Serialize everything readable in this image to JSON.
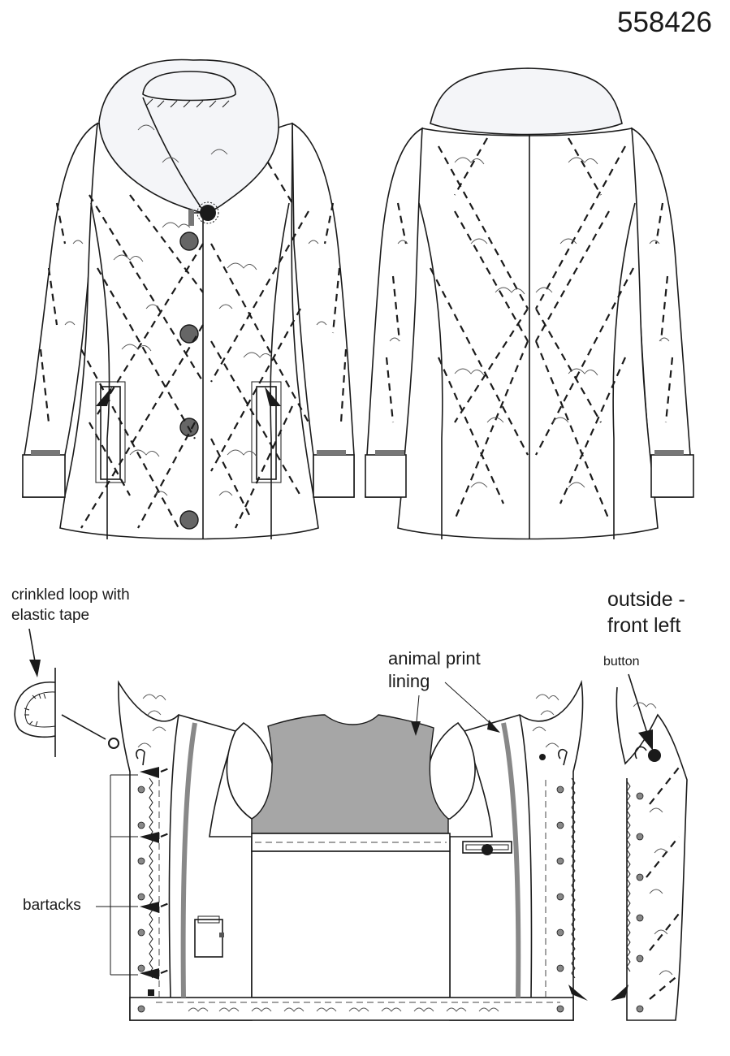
{
  "style_number": "558426",
  "labels": {
    "crinkled_loop": "crinkled loop with elastic tape",
    "animal_print_lining": "animal print lining",
    "outside_front_left": "outside - front left",
    "button": "button",
    "bartacks": "bartacks"
  },
  "colors": {
    "outline": "#1a1a1a",
    "button_fill": "#666666",
    "lining_fill": "#a6a6a6",
    "cuff_tab": "#777777",
    "collar_fill": "#f4f5f8"
  },
  "views": [
    "front-view",
    "back-view",
    "inside-open-view",
    "outside-front-left-view"
  ],
  "front_button_count": 4
}
